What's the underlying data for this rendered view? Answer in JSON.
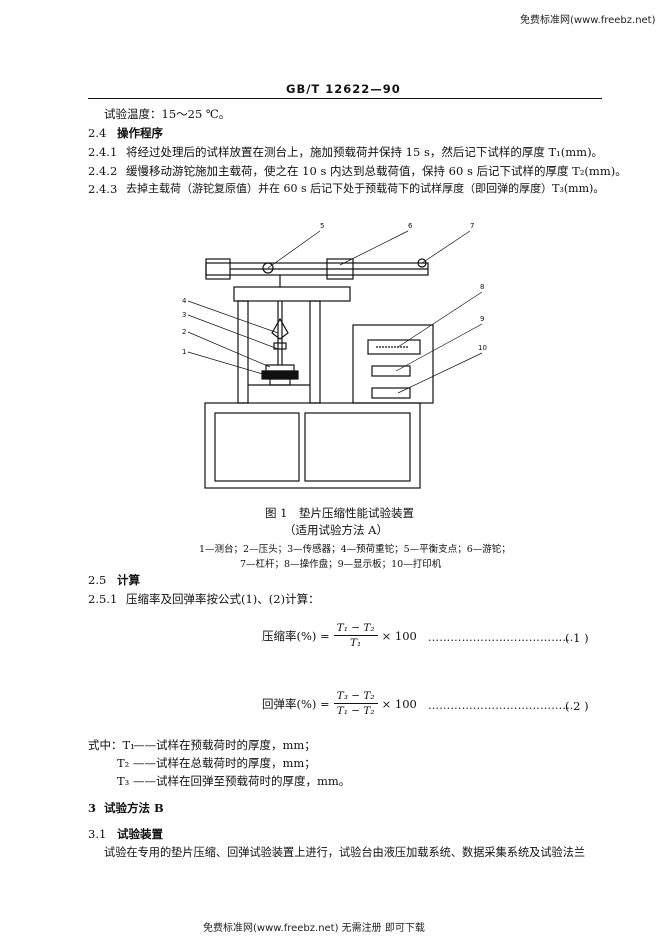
{
  "watermark_top": "免费标准网(www.freebz.net)",
  "watermark_bottom": "免费标准网(www.freebz.net) 无需注册 即可下载",
  "header": {
    "standard_no": "GB/T 12622—90"
  },
  "body": {
    "line_temp": "试验温度：15～25 ℃。",
    "s24_num": "2.4",
    "s24_title": "操作程序",
    "s241_num": "2.4.1",
    "s241_text": "将经过处理后的试样放置在测台上，施加预载荷并保持 15 s，然后记下试样的厚度 T₁(mm)。",
    "s242_num": "2.4.2",
    "s242_text": "缓慢移动游铊施加主载荷，使之在 10 s 内达到总载荷值，保持 60 s 后记下试样的厚度 T₂(mm)。",
    "s243_num": "2.4.3",
    "s243_text": "去掉主载荷（游铊复原值）并在 60 s 后记下处于预载荷下的试样厚度（即回弹的厚度）T₃(mm)。"
  },
  "figure": {
    "labels": [
      "1",
      "2",
      "3",
      "4",
      "5",
      "6",
      "7",
      "8",
      "9",
      "10"
    ],
    "caption_title": "图 1　垫片压缩性能试验装置",
    "caption_sub": "（适用试验方法 A）",
    "legend_line1": "1—测台；2—压头；3—传感器；4—预荷重铊；5—平衡支点；6—游铊；",
    "legend_line2": "7—杠杆；8—操作盘；9—显示板；10—打印机"
  },
  "calc": {
    "s25_num": "2.5",
    "s25_title": "计算",
    "s251_num": "2.5.1",
    "s251_text": "压缩率及回弹率按公式(1)、(2)计算：",
    "eq1_lhs": "压缩率(%) =",
    "eq1_num": "T₁ − T₂",
    "eq1_den": "T₁",
    "eq1_mult": "× 100",
    "eq1_tag": "( 1 )",
    "eq2_lhs": "回弹率(%) =",
    "eq2_num": "T₃ − T₂",
    "eq2_den": "T₁ − T₂",
    "eq2_mult": "× 100",
    "eq2_tag": "( 2 )",
    "where_prefix": "式中：T₁",
    "where1": "——试样在预载荷时的厚度，mm；",
    "where2_sym": "T₂",
    "where2": "——试样在总载荷时的厚度，mm；",
    "where3_sym": "T₃",
    "where3": "——试样在回弹至预载荷时的厚度，mm。"
  },
  "section3": {
    "num": "3",
    "title": "试验方法 B",
    "s31_num": "3.1",
    "s31_title": "试验装置",
    "s31_text": "试验在专用的垫片压缩、回弹试验装置上进行，试验台由液压加载系统、数据采集系统及试验法兰"
  }
}
